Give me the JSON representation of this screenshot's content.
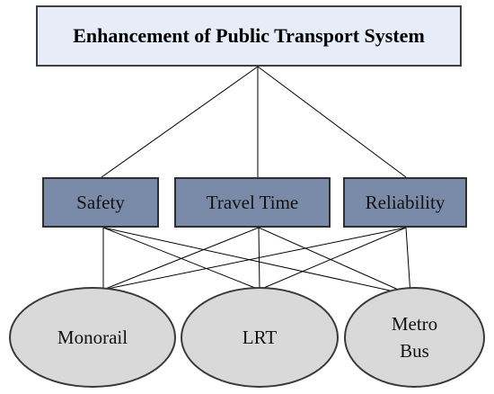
{
  "goal": {
    "title": "Enhancement of Public Transport System"
  },
  "criteria": [
    {
      "label": "Safety"
    },
    {
      "label": "Travel Time"
    },
    {
      "label": "Reliability"
    }
  ],
  "alternatives": [
    {
      "label": "Monorail"
    },
    {
      "label": "LRT"
    },
    {
      "label": "Metro\nBus"
    }
  ],
  "colors": {
    "goal_fill": "#e6ecf8",
    "criteria_fill": "#7a8ba9",
    "alternative_fill": "#d9d9d9",
    "line": "#000000"
  }
}
